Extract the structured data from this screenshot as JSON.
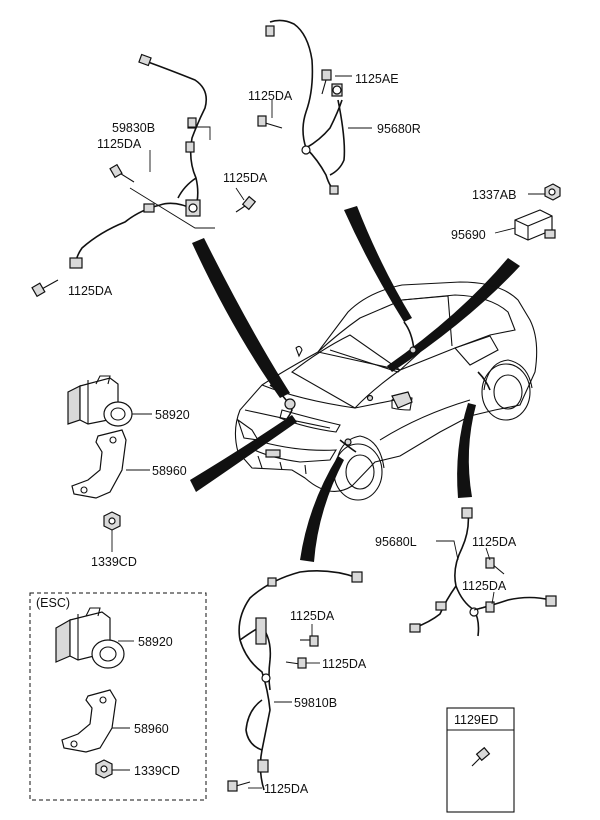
{
  "labels": {
    "l_59830B": "59830B",
    "l_1125DA_a": "1125DA",
    "l_1125DA_b": "1125DA",
    "l_1125DA_c": "1125DA",
    "l_1125DA_d": "1125DA",
    "l_1125AE": "1125AE",
    "l_95680R": "95680R",
    "l_1337AB": "1337AB",
    "l_95690": "95690",
    "l_58920_a": "58920",
    "l_58960_a": "58960",
    "l_1339CD_a": "1339CD",
    "l_95680L": "95680L",
    "l_1125DA_e": "1125DA",
    "l_1125DA_f": "1125DA",
    "l_1125DA_g": "1125DA",
    "l_1125DA_h": "1125DA",
    "l_59810B": "59810B",
    "l_1125DA_i": "1125DA",
    "l_58920_b": "58920",
    "l_58960_b": "58960",
    "l_1339CD_b": "1339CD",
    "l_1129ED": "1129ED"
  },
  "esc_box": {
    "title": "(ESC)"
  }
}
